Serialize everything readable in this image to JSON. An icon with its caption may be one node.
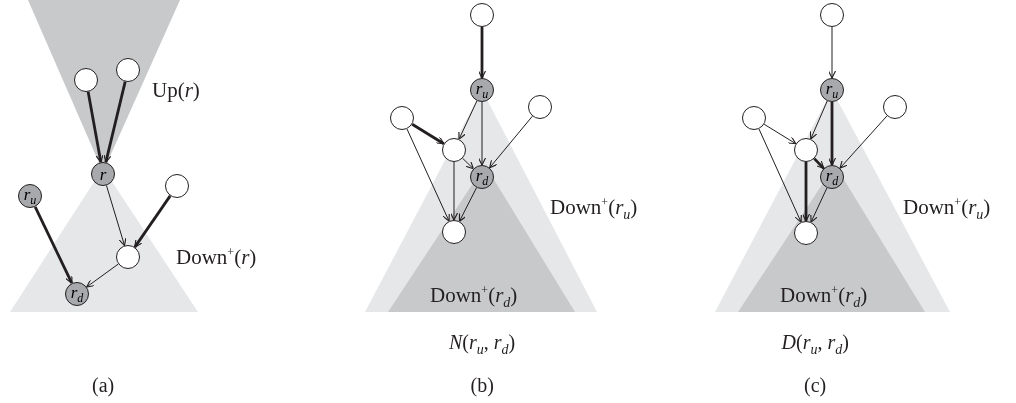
{
  "diagram": {
    "nodes": [
      {
        "text": [
          "Up(*r*)"
        ]
      },
      {
        "text": [
          "Down$^{+}$(*r*)"
        ]
      },
      {
        "text": [],
        "shape": "circle",
        "in": 0
      },
      {
        "text": [],
        "shape": "circle",
        "in": 0
      },
      {
        "text": [
          "r"
        ]
      },
      {
        "text": [
          "r$_{u}$"
        ]
      },
      {
        "text": [],
        "shape": "circle"
      },
      {
        "text": [],
        "shape": "circle",
        "in": 1
      },
      {
        "text": [
          "r$_{d}$"
        ],
        "in": 1
      },
      {
        "text": [
          "Down$^{+}$(*r*$_{u}$)"
        ]
      },
      {
        "text": [
          "Down$^{+}$(*r*$_{d}$)"
        ],
        "in": 9
      },
      {
        "text": [],
        "shape": "circle"
      },
      {
        "text": [
          "r$_{u}$"
        ]
      },
      {
        "text": [],
        "shape": "circle"
      },
      {
        "text": [],
        "shape": "circle"
      },
      {
        "text": [],
        "shape": "circle",
        "in": 9
      },
      {
        "text": [
          "r$_{d}$"
        ],
        "in": 10
      },
      {
        "text": [],
        "shape": "circle",
        "in": 10
      },
      {
        "text": [
          "Down$^{+}$(*r*$_{u}$)"
        ]
      },
      {
        "text": [
          "Down$^{+}$(*r*$_{d}$)"
        ],
        "in": 18
      },
      {
        "text": [],
        "shape": "circle"
      },
      {
        "text": [
          "r$_{u}$"
        ]
      },
      {
        "text": [],
        "shape": "circle"
      },
      {
        "text": [],
        "shape": "circle"
      },
      {
        "text": [],
        "shape": "circle",
        "in": 18
      },
      {
        "text": [
          "r$_{d}$"
        ],
        "in": 19
      },
      {
        "text": [],
        "shape": "circle",
        "in": 19
      }
    ],
    "edges": [
      {
        "from": 2,
        "to": 4,
        "arrow": "to",
        "style": "thick"
      },
      {
        "from": 3,
        "to": 4,
        "arrow": "to",
        "style": "thick"
      },
      {
        "from": 4,
        "to": 7,
        "arrow": "to"
      },
      {
        "from": 6,
        "to": 7,
        "arrow": "to",
        "style": "thick"
      },
      {
        "from": 5,
        "to": 8,
        "arrow": "to",
        "style": "thick"
      },
      {
        "from": 7,
        "to": 8,
        "arrow": "to"
      },
      {
        "from": 11,
        "to": 12,
        "arrow": "to",
        "style": "thick"
      },
      {
        "from": 12,
        "to": 15,
        "arrow": "to"
      },
      {
        "from": 12,
        "to": 16,
        "arrow": "to"
      },
      {
        "from": 13,
        "to": 15,
        "arrow": "to",
        "style": "thick"
      },
      {
        "from": 13,
        "to": 17,
        "arrow": "to"
      },
      {
        "from": 14,
        "to": 16,
        "arrow": "to"
      },
      {
        "from": 15,
        "to": 16,
        "arrow": "to"
      },
      {
        "from": 15,
        "to": 17,
        "arrow": "to"
      },
      {
        "from": 16,
        "to": 17,
        "arrow": "to"
      },
      {
        "from": 20,
        "to": 21,
        "arrow": "to"
      },
      {
        "from": 21,
        "to": 24,
        "arrow": "to"
      },
      {
        "from": 21,
        "to": 25,
        "arrow": "to",
        "style": "thick"
      },
      {
        "from": 22,
        "to": 24,
        "arrow": "to"
      },
      {
        "from": 22,
        "to": 26,
        "arrow": "to"
      },
      {
        "from": 23,
        "to": 25,
        "arrow": "to"
      },
      {
        "from": 24,
        "to": 25,
        "arrow": "to",
        "style": "thick"
      },
      {
        "from": 24,
        "to": 26,
        "arrow": "to",
        "style": "thick"
      },
      {
        "from": 25,
        "to": 26,
        "arrow": "to"
      }
    ],
    "labels": [
      "*N*(*r*$_{u}$, *r*$_{d}$)",
      "*D*(*r*$_{u}$, *r*$_{d}$)",
      "(a)",
      "(b)",
      "(c)"
    ]
  }
}
